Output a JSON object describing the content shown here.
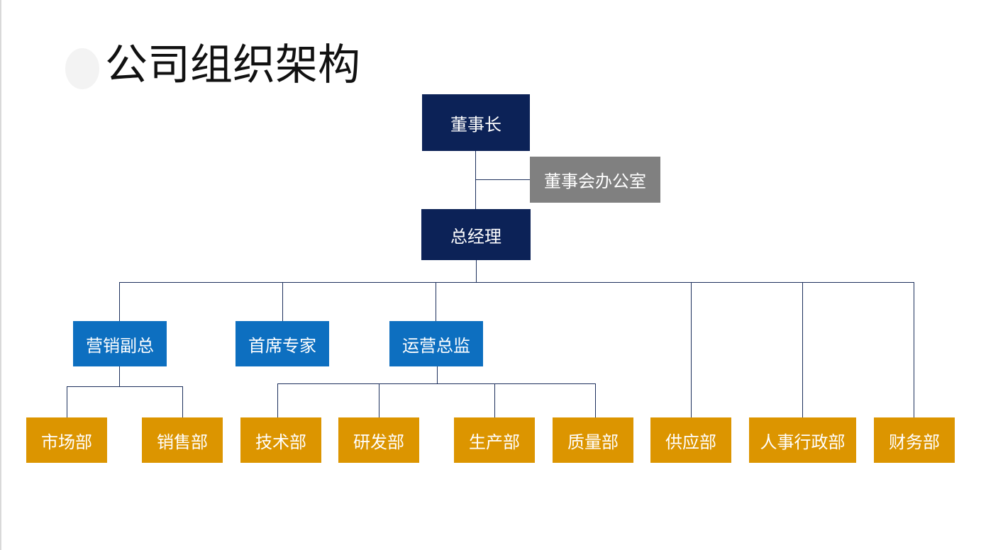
{
  "title": "公司组织架构",
  "colors": {
    "executive": "#0c2257",
    "office": "#808080",
    "division": "#0d6fc0",
    "department": "#dc9500",
    "connector": "#1c2f5c"
  },
  "org": {
    "chairman": "董事长",
    "board_office": "董事会办公室",
    "general_manager": "总经理",
    "divisions": {
      "marketing_vp": "营销副总",
      "chief_expert": "首席专家",
      "operations_director": "运营总监"
    },
    "departments": {
      "market": "市场部",
      "sales": "销售部",
      "technology": "技术部",
      "rnd": "研发部",
      "production": "生产部",
      "quality": "质量部",
      "supply": "供应部",
      "hr_admin": "人事行政部",
      "finance": "财务部"
    }
  }
}
